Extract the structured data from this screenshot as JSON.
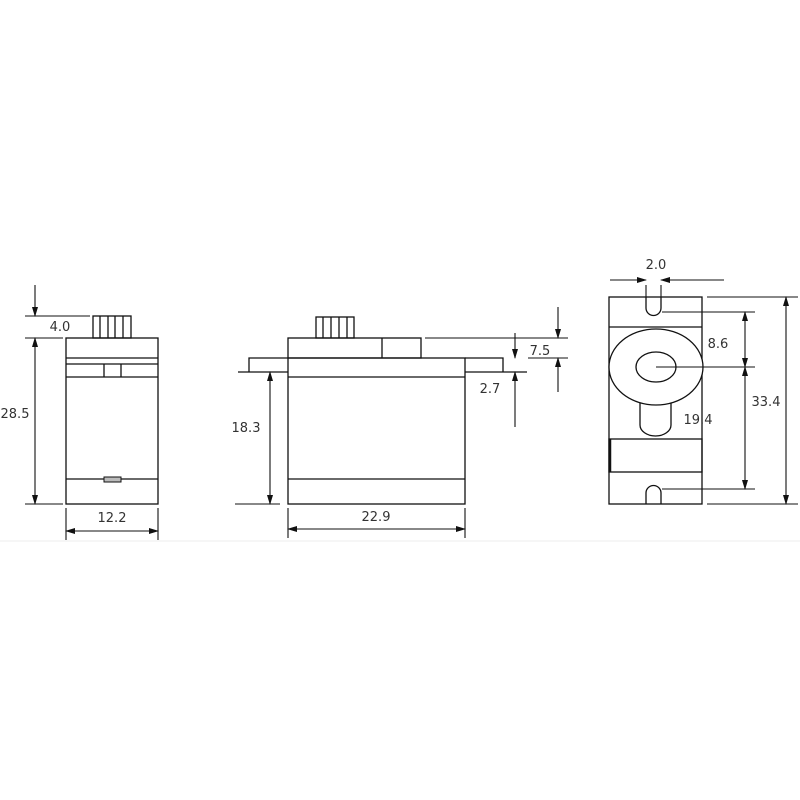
{
  "views": {
    "side_view": {
      "gear_height": "4.0",
      "body_height": "28.5",
      "width": "12.2"
    },
    "front_view": {
      "mount_height": "18.3",
      "length": "22.9",
      "top_height": "7.5",
      "flange_thickness": "2.7"
    },
    "top_view": {
      "slot_width": "2.0",
      "hole_to_shaft": "8.6",
      "shaft_to_hole": "19.4",
      "overall_length": "33.4"
    }
  },
  "colors": {
    "line": "#111111",
    "text": "#333333"
  }
}
